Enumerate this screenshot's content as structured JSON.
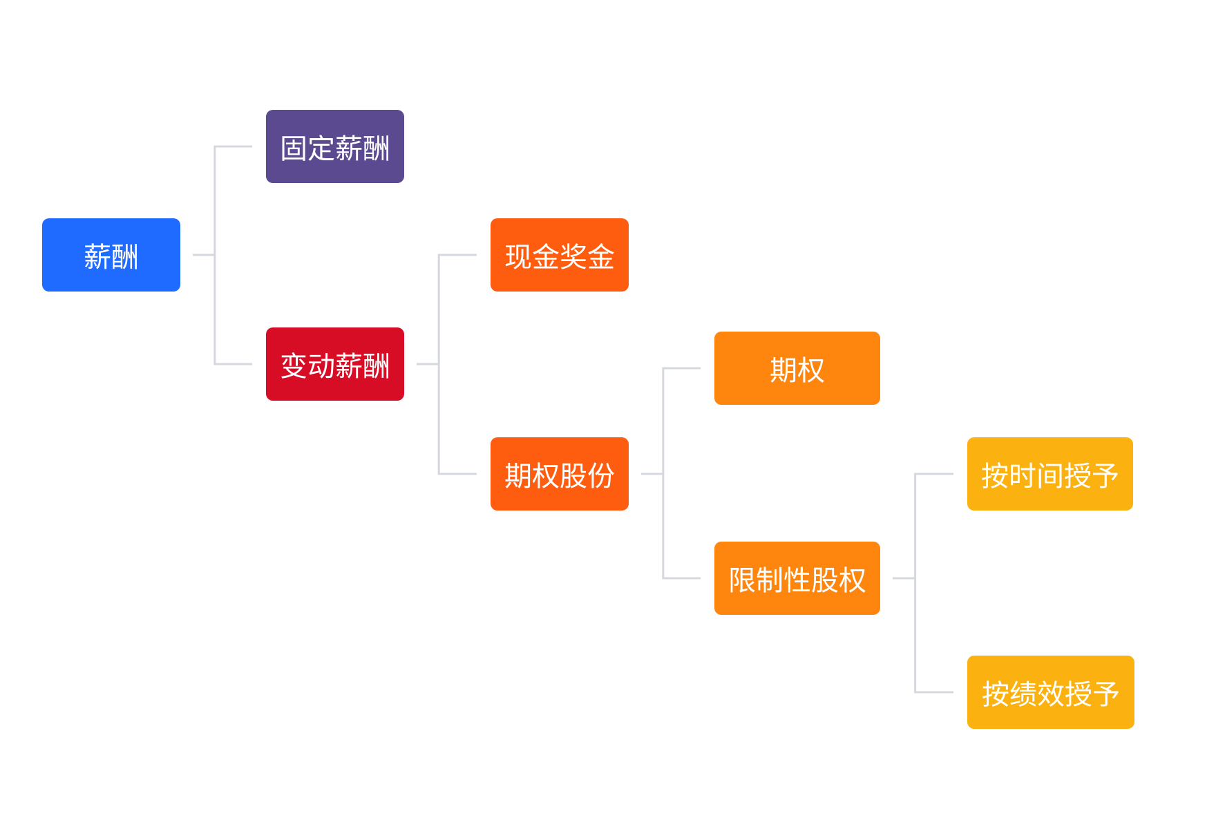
{
  "nodes": {
    "root": {
      "label": "薪酬",
      "color": "#1f6bff"
    },
    "fixed": {
      "label": "固定薪酬",
      "color": "#5c4a91"
    },
    "var": {
      "label": "变动薪酬",
      "color": "#d70d26"
    },
    "cash": {
      "label": "现金奖金",
      "color": "#fe5d0f"
    },
    "equity": {
      "label": "期权股份",
      "color": "#fe5d0f"
    },
    "option": {
      "label": "期权",
      "color": "#fe860e"
    },
    "rsu": {
      "label": "限制性股权",
      "color": "#fe860e"
    },
    "time": {
      "label": "按时间授予",
      "color": "#fbb211"
    },
    "perf": {
      "label": "按绩效授予",
      "color": "#fbb211"
    }
  },
  "edges": [
    {
      "from": "root",
      "to": "fixed"
    },
    {
      "from": "root",
      "to": "var"
    },
    {
      "from": "var",
      "to": "cash"
    },
    {
      "from": "var",
      "to": "equity"
    },
    {
      "from": "equity",
      "to": "option"
    },
    {
      "from": "equity",
      "to": "rsu"
    },
    {
      "from": "rsu",
      "to": "time"
    },
    {
      "from": "rsu",
      "to": "perf"
    }
  ],
  "connector_color": "#d5d8de"
}
